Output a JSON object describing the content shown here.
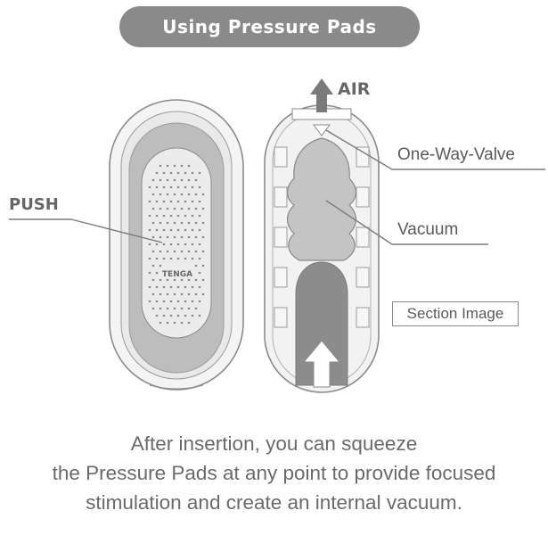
{
  "title": "Using Pressure Pads",
  "labels": {
    "push": "PUSH",
    "air": "AIR",
    "valve": "One-Way-Valve",
    "vacuum": "Vacuum",
    "section": "Section Image",
    "logo": "TENGA"
  },
  "caption": [
    "After insertion, you can squeeze",
    "the Pressure Pads at any point to provide focused",
    "stimulation and create an internal vacuum."
  ],
  "colors": {
    "pill": "#8a8a8a",
    "outline": "#7a7a7a",
    "fill_light": "#eeeeee",
    "fill_mid": "#bdbdbd",
    "fill_dark": "#8c8c8c"
  }
}
